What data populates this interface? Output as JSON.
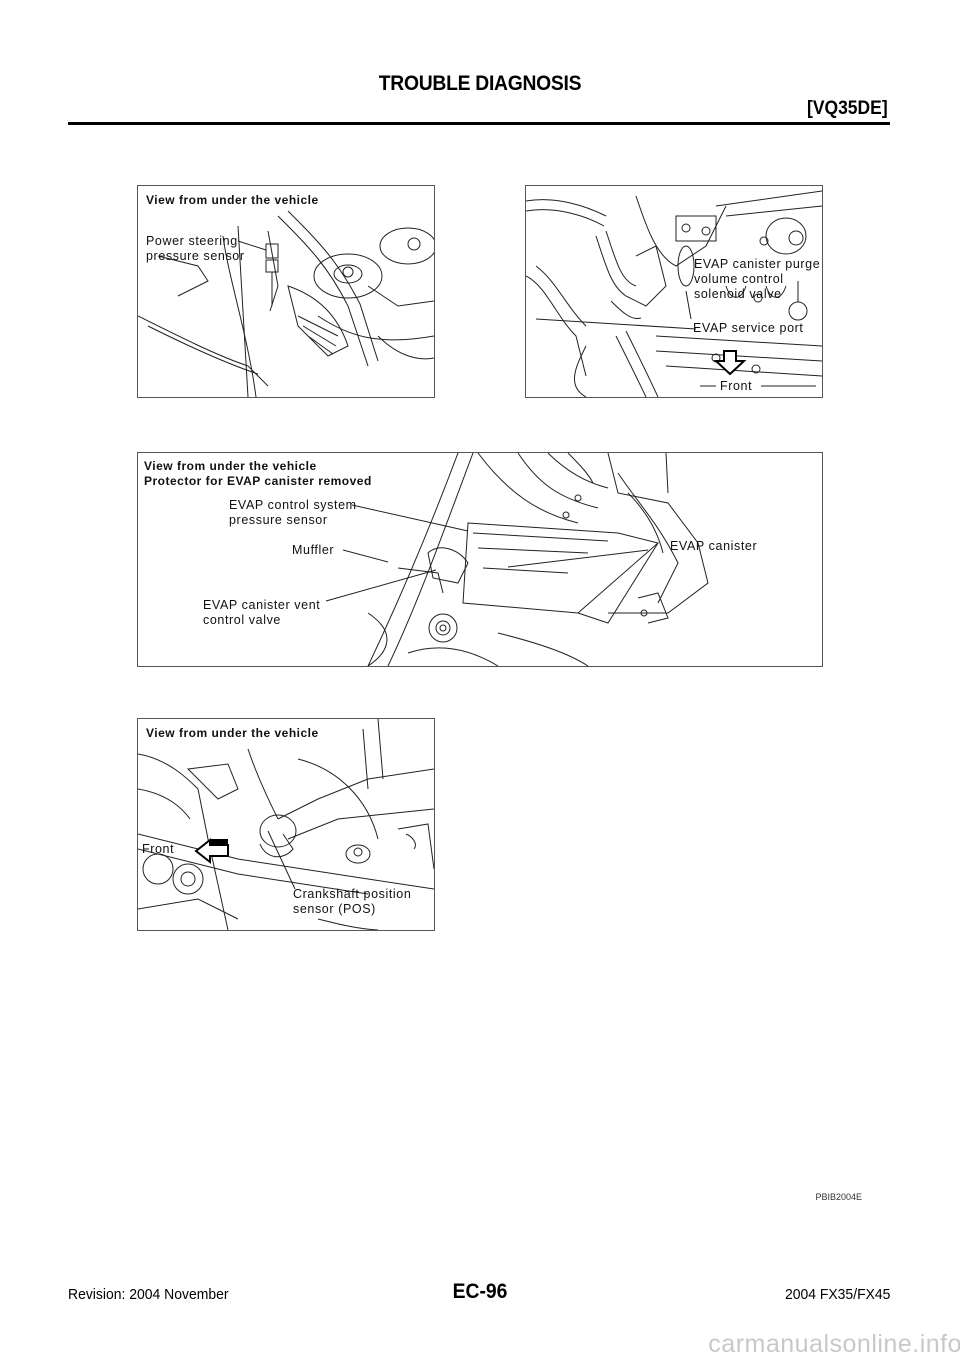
{
  "header": {
    "title": "TROUBLE DIAGNOSIS",
    "engine_code": "[VQ35DE]"
  },
  "figures": [
    {
      "id": "fig-power-steering",
      "labels": {
        "view": "View from under the vehicle",
        "component_line1": "Power steering",
        "component_line2": "pressure sensor"
      }
    },
    {
      "id": "fig-evap-purge",
      "labels": {
        "component_line1": "EVAP canister purge",
        "component_line2": "volume control",
        "component_line3": "solenoid valve",
        "service_port": "EVAP service port",
        "front": "Front"
      }
    },
    {
      "id": "fig-evap-canister",
      "labels": {
        "view": "View from under the vehicle",
        "note": "Protector for EVAP canister removed",
        "pressure_sensor_line1": "EVAP control system",
        "pressure_sensor_line2": "pressure sensor",
        "muffler": "Muffler",
        "vent_valve_line1": "EVAP canister vent",
        "vent_valve_line2": "control valve",
        "canister": "EVAP canister"
      }
    },
    {
      "id": "fig-crankshaft",
      "labels": {
        "view": "View from under the vehicle",
        "front": "Front",
        "component_line1": "Crankshaft position",
        "component_line2": "sensor (POS)"
      }
    }
  ],
  "figure_code": "PBIB2004E",
  "footer": {
    "revision": "Revision: 2004 November",
    "page": "EC-96",
    "model": "2004 FX35/FX45"
  },
  "watermark": "carmanualsonline.info"
}
